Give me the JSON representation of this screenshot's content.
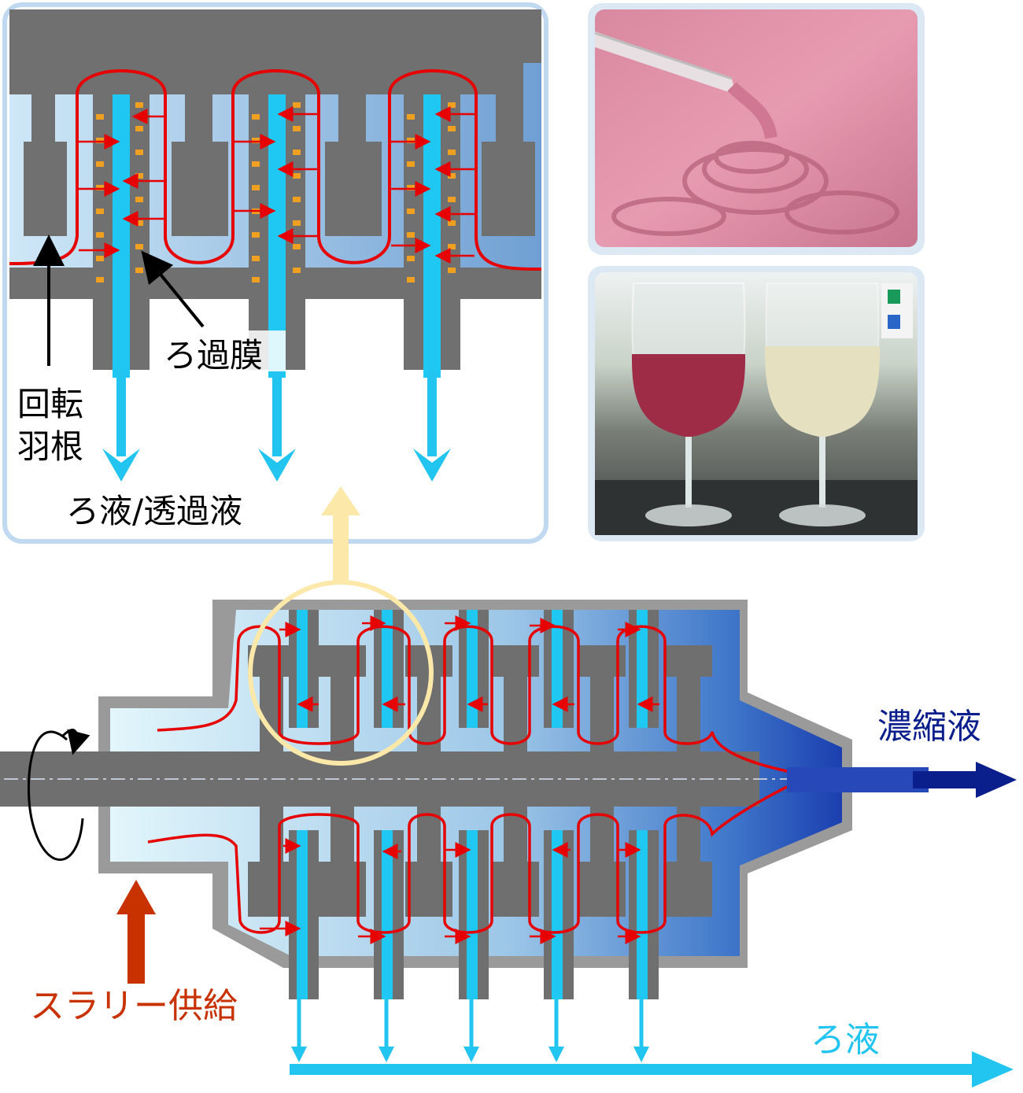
{
  "labels": {
    "membrane": "ろ過膜",
    "rotor_line1": "回転",
    "rotor_line2": "羽根",
    "filtrate_permeate": "ろ液/透過液",
    "concentrate": "濃縮液",
    "slurry_feed": "スラリー供給",
    "filtrate": "ろ液"
  },
  "colors": {
    "housing": "#9a9a9a",
    "rotor": "#6f6f6f",
    "flow_line": "#e60000",
    "filtrate": "#1ec8f2",
    "filtrate_arrow": "#22c4f0",
    "concentrate": "#0a1e8c",
    "slurry": "#c83200",
    "membrane_pad": "#f0a020",
    "highlight": "#fce8a8",
    "panel_border": "#c0d8f0",
    "inset_bg_light": "#cfe6f5",
    "inset_bg_dark": "#6e9fd2"
  },
  "photos": {
    "top": "pink-slurry-photo",
    "bottom": "wine-glasses-photo"
  }
}
